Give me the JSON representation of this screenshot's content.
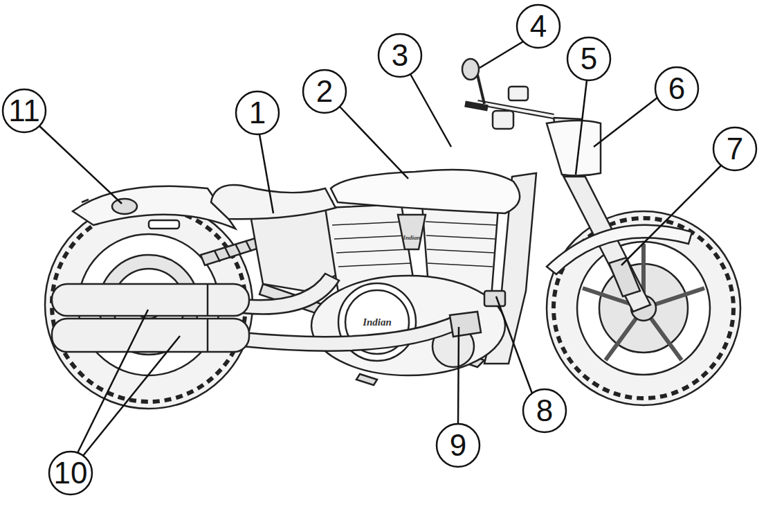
{
  "diagram": {
    "labels": [
      "11",
      "1",
      "2",
      "3",
      "4",
      "5",
      "6",
      "7",
      "8",
      "9",
      "10",
      "Indian",
      "Indian"
    ]
  }
}
